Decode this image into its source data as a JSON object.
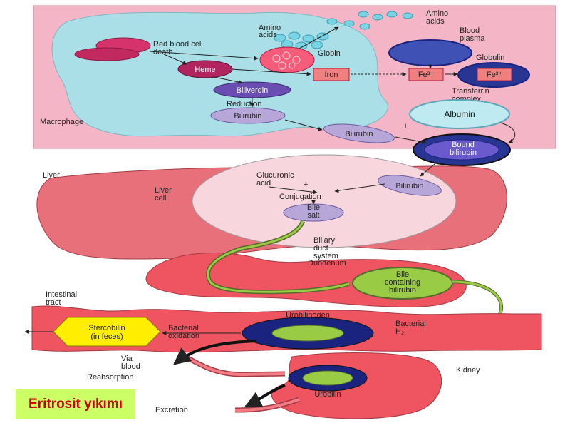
{
  "caption": "Eritrosit yıkımı",
  "labels": {
    "amino_acids_1": "Amino",
    "amino_acids_2": "acids",
    "amino_acids_top_1": "Amino",
    "amino_acids_top_2": "acids",
    "blood_plasma_1": "Blood",
    "blood_plasma_2": "plasma",
    "rbc_death_1": "Red blood cell",
    "rbc_death_2": "death",
    "globin": "Globin",
    "globulin": "Globulin",
    "heme": "Heme",
    "iron": "Iron",
    "fe_left": "Fe³⁺",
    "fe_right": "Fe³⁺",
    "transferrin_1": "Transferrin",
    "transferrin_2": "complex",
    "biliverdin": "Biliverdin",
    "reduction": "Reduction",
    "bilirubin": "Bilirubin",
    "macrophage": "Macrophage",
    "albumin": "Albumin",
    "bilirubin_plasma": "Bilirubin",
    "bound_bilirubin_1": "Bound",
    "bound_bilirubin_2": "bilirubin",
    "liver": "Liver",
    "liver_cell_1": "Liver",
    "liver_cell_2": "cell",
    "glucuronic_1": "Glucuronic",
    "glucuronic_2": "acid",
    "plus": "+",
    "conjugation": "Conjugation",
    "bilirubin_liver": "Bilirubin",
    "bile_salt_1": "Bile",
    "bile_salt_2": "salt",
    "biliary_1": "Biliary",
    "biliary_2": "duct",
    "biliary_3": "system",
    "duodenum": "Duodenum",
    "bile_bilirubin_1": "Bile",
    "bile_bilirubin_2": "containing",
    "bile_bilirubin_3": "bilirubin",
    "intestinal_1": "Intestinal",
    "intestinal_2": "tract",
    "stercobilin_1": "Stercobilin",
    "stercobilin_2": "(in feces)",
    "bacterial_oxidation_1": "Bacterial",
    "bacterial_oxidation_2": "oxidation",
    "urobilinogen": "Urobilinogen",
    "bacterial_h2_1": "Bacterial",
    "bacterial_h2_2": "H₂",
    "via_blood_1": "Via",
    "via_blood_2": "blood",
    "reabsorption": "Reabsorption",
    "kidney": "Kidney",
    "urobilin": "Urobilin",
    "excretion": "Excretion"
  },
  "colors": {
    "pink_panel": "#f4b6c6",
    "macrophage": "#aadfe8",
    "liver": "#e8707a",
    "liver_cell": "#f8d6de",
    "intestine": "#ee5560",
    "navy": "#1a237e",
    "lavender": "#b7a7d8",
    "green": "#99cc44",
    "yellow": "#ffee00",
    "caption_bg": "#ccff66",
    "caption_text": "#cc0000"
  }
}
